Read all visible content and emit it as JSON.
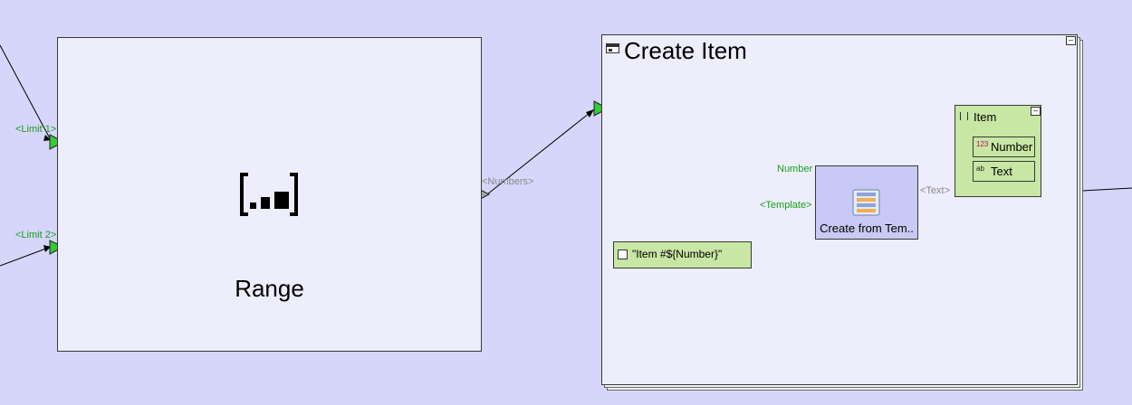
{
  "range_node": {
    "label": "Range",
    "icon": "range-icon"
  },
  "range_pins": {
    "limit1": "<Limit 1>",
    "limit2": "<Limit 2>",
    "numbers": "<Numbers>"
  },
  "create_item": {
    "title": "Create Item",
    "minimize": "–"
  },
  "create_from_template": {
    "label": "Create from Tem..",
    "number_pin": "Number",
    "template_pin": "<Template>",
    "text_pin": "<Text>"
  },
  "constant": {
    "value": "\"Item #${Number}\""
  },
  "item_node": {
    "title": "Item",
    "minimize": "–",
    "fields": [
      {
        "icon": "123",
        "label": "Number"
      },
      {
        "icon": "ab",
        "label": "Text"
      }
    ]
  },
  "colors": {
    "background": "#d6d6fb",
    "node": "#ededfb",
    "template_node": "#c9c9f5",
    "green_node": "#c8e6a4",
    "pin_active": "#33cc33",
    "pin_inactive": "#a6a6a6",
    "pin_label": "#1aa01a"
  }
}
